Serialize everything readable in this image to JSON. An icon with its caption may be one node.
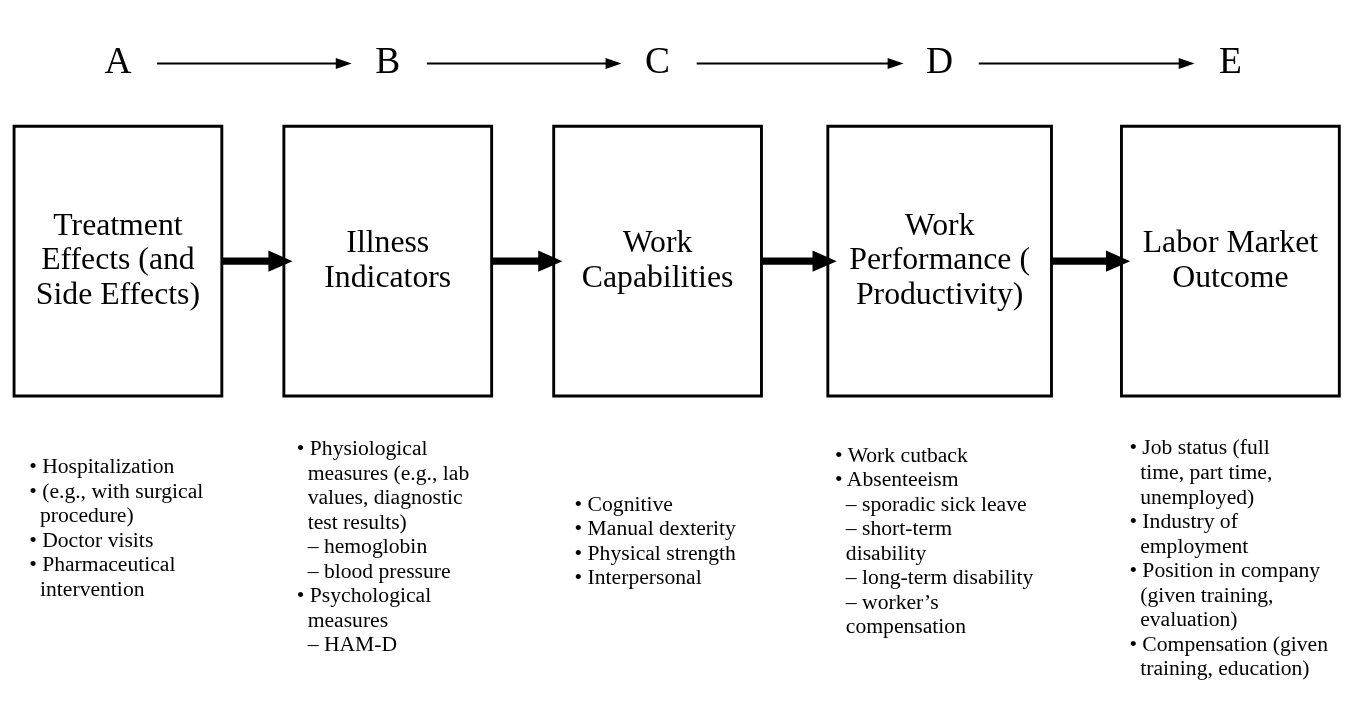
{
  "diagram": {
    "nodes": [
      {
        "text": [
          "A"
        ]
      },
      {
        "text": [
          "B"
        ]
      },
      {
        "text": [
          "C"
        ]
      },
      {
        "text": [
          "D"
        ]
      },
      {
        "text": [
          "E"
        ]
      },
      {
        "text": [
          "Treatment Effects (and Side Effects)"
        ],
        "beside": [
          "• Hospitalization",
          "• (e.g., with surgical procedure)",
          "• Doctor visits",
          "• Pharmaceutical intervention"
        ]
      },
      {
        "text": [
          "Illness Indicators"
        ],
        "beside": [
          "• Physiological measures (e.g., lab values, diagnostic test results)",
          "– hemoglobin",
          "– blood pressure",
          "• Psychological measures",
          "– HAM-D"
        ]
      },
      {
        "text": [
          "Work Capabilities"
        ],
        "beside": [
          "• Cognitive",
          "• Manual dexterity",
          "• Physical strength",
          "• Interpersonal"
        ]
      },
      {
        "text": [
          "Work Performance (Productivity)"
        ],
        "beside": [
          "• Work cutback",
          "• Absenteeism",
          "– sporadic sick leave",
          "– short-term disability",
          "– long-term disability",
          "– worker’s compensation"
        ]
      },
      {
        "text": [
          "Labor Market Outcome"
        ],
        "beside": [
          "• Job status (full time, part time, unemployed)",
          "• Industry of employment",
          "• Position in company (given training, evaluation)",
          "• Compensation (given training, education)"
        ]
      }
    ],
    "edges": [
      {
        "from": 0,
        "to": 1,
        "arrow": "to"
      },
      {
        "from": 1,
        "to": 2,
        "arrow": "to"
      },
      {
        "from": 2,
        "to": 3,
        "arrow": "to"
      },
      {
        "from": 3,
        "to": 4,
        "arrow": "to"
      },
      {
        "from": 5,
        "to": 6,
        "arrow": "to",
        "style": "thick"
      },
      {
        "from": 6,
        "to": 7,
        "arrow": "to",
        "style": "thick"
      },
      {
        "from": 7,
        "to": 8,
        "arrow": "to",
        "style": "thick"
      },
      {
        "from": 8,
        "to": 9,
        "arrow": "to",
        "style": "thick"
      }
    ]
  }
}
